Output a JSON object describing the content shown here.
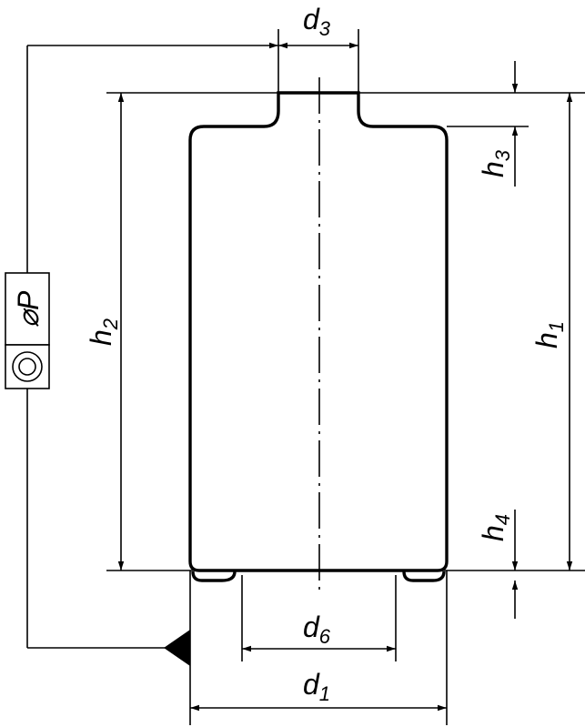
{
  "dimensions": {
    "d1": {
      "main": "d",
      "sub": "1"
    },
    "d3": {
      "main": "d",
      "sub": "3"
    },
    "d6": {
      "main": "d",
      "sub": "6"
    },
    "h1": {
      "main": "h",
      "sub": "1"
    },
    "h2": {
      "main": "h",
      "sub": "2"
    },
    "h3": {
      "main": "h",
      "sub": "3"
    },
    "h4": {
      "main": "h",
      "sub": "4"
    }
  },
  "tolerance_frame": {
    "value_label": "⌀P",
    "symbol": "concentricity-symbol"
  },
  "colors": {
    "line": "#000000",
    "background": "#ffffff"
  }
}
